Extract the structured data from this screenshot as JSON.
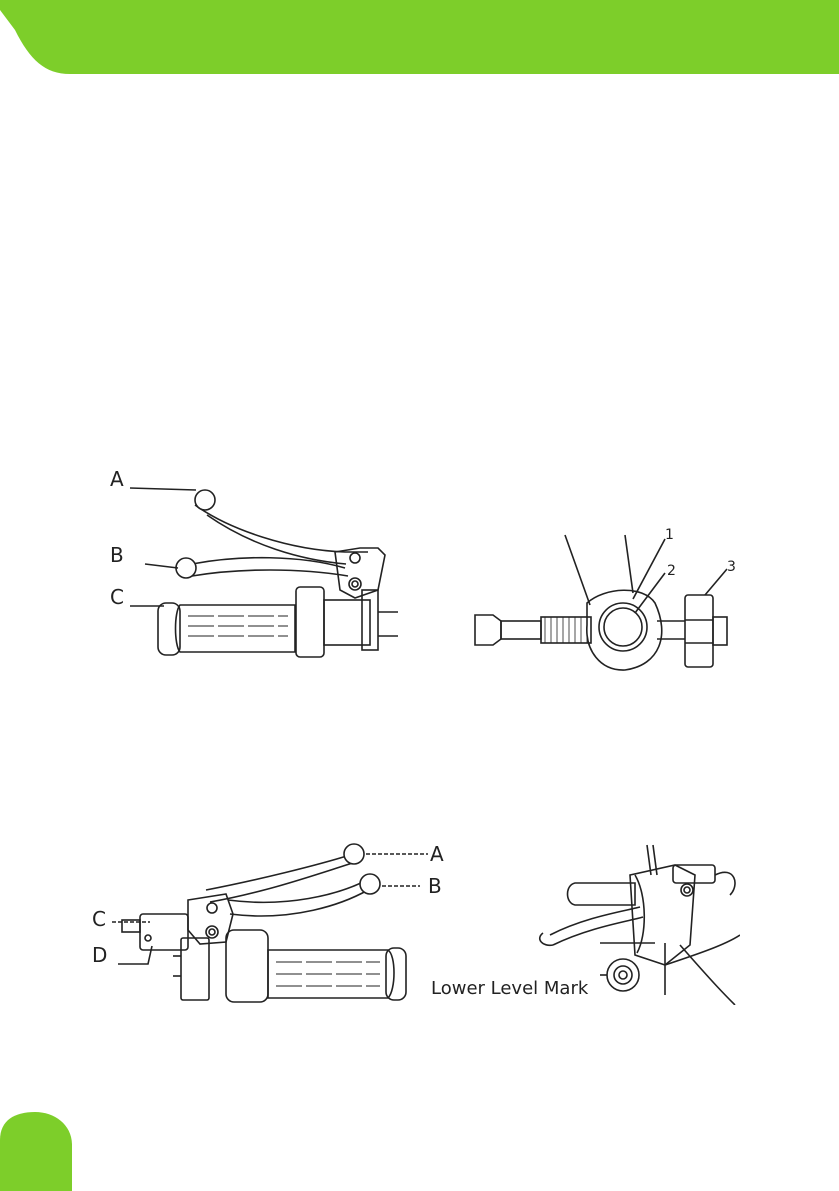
{
  "colors": {
    "accent_green": "#7dce2a",
    "line_art": "#222222"
  },
  "figures": {
    "front_brake_lever": {
      "labels": [
        "A",
        "B",
        "C"
      ]
    },
    "adjuster_bolt": {
      "labels": [
        "1",
        "2",
        "3"
      ]
    },
    "rear_brake_lever": {
      "labels": [
        "A",
        "B",
        "C",
        "D"
      ]
    },
    "brake_reservoir": {
      "label": "Lower Level Mark"
    }
  }
}
